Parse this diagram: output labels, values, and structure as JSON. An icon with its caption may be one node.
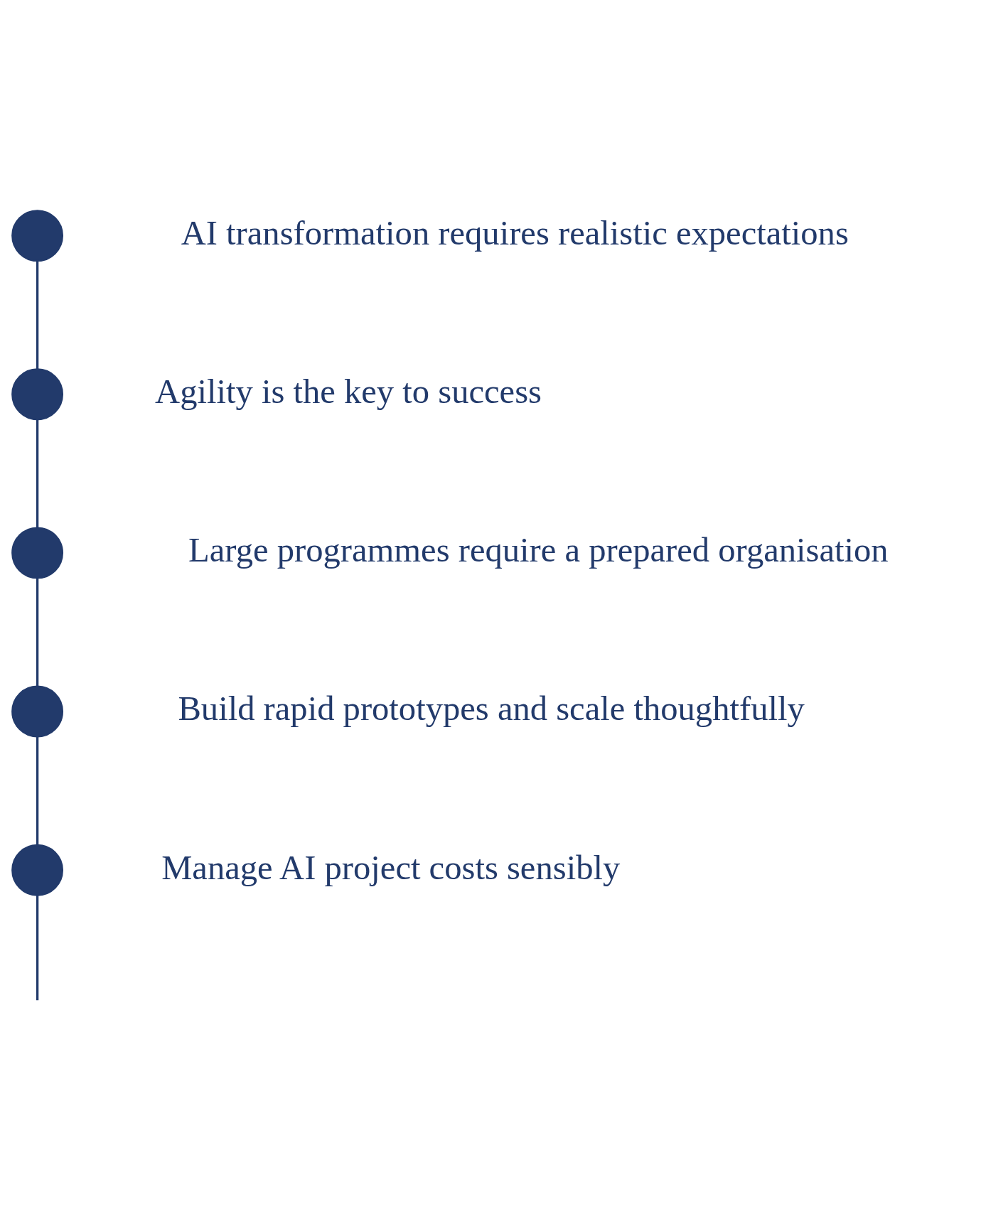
{
  "diagram": {
    "nodes": [
      {
        "text": [],
        "shape": "circle",
        "beside": [
          "AI transformation requires realistic expectations"
        ]
      },
      {
        "text": [],
        "shape": "circle",
        "beside": [
          "Agility is the key to success"
        ]
      },
      {
        "text": [],
        "shape": "circle",
        "beside": [
          "Large programmes require a prepared organisation"
        ]
      },
      {
        "text": [],
        "shape": "circle",
        "beside": [
          "Build rapid prototypes and scale thoughtfully"
        ]
      },
      {
        "text": [],
        "shape": "circle",
        "beside": [
          "Manage AI project costs sensibly"
        ]
      }
    ],
    "edges": [
      {
        "from": 0,
        "to": 1,
        "arrow": "none"
      },
      {
        "from": 1,
        "to": 2,
        "arrow": "none"
      },
      {
        "from": 2,
        "to": 3,
        "arrow": "none"
      },
      {
        "from": 3,
        "to": 4,
        "arrow": "none"
      },
      {
        "from": 4,
        "to": null,
        "arrow": "none"
      }
    ]
  }
}
